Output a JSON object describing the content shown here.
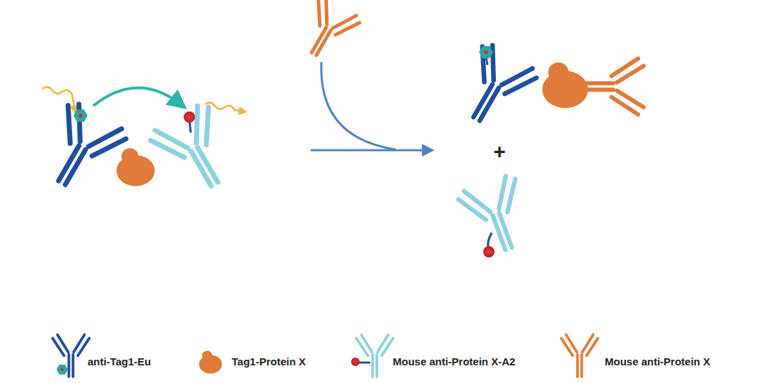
{
  "diagram": {
    "labels": [
      "+"
    ],
    "legend": [
      {
        "text": "anti-Tag1-Eu"
      },
      {
        "text": "Tag1-Protein X"
      },
      {
        "text": "Mouse anti-Protein X-A2"
      },
      {
        "text": "Mouse anti-Protein X"
      }
    ]
  }
}
